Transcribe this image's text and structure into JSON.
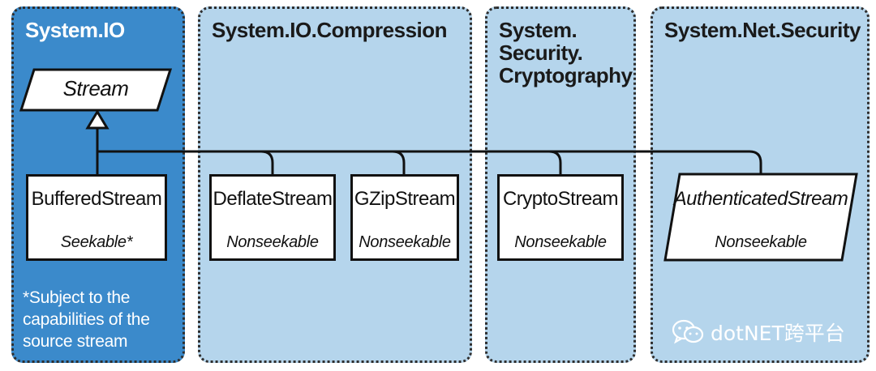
{
  "panels": {
    "system_io": {
      "title": "System.IO"
    },
    "compression": {
      "title": "System.IO.Compression"
    },
    "cryptography": {
      "title": "System.\nSecurity.\nCryptography"
    },
    "net_security": {
      "title": "System.Net.Security"
    }
  },
  "base_class": {
    "name": "Stream"
  },
  "classes": [
    {
      "name": "BufferedStream",
      "tag": "Seekable*"
    },
    {
      "name": "DeflateStream",
      "tag": "Nonseekable"
    },
    {
      "name": "GZipStream",
      "tag": "Nonseekable"
    },
    {
      "name": "CryptoStream",
      "tag": "Nonseekable"
    },
    {
      "name": "AuthenticatedStream",
      "tag": "Nonseekable"
    }
  ],
  "footnote": "*Subject to the\ncapabilities of the\nsource stream",
  "watermark": {
    "text": "dotNET跨平台"
  },
  "colors": {
    "system_io_panel": "#3b8acb",
    "other_panels": "#b5d5ec",
    "border": "#2e2e2e"
  }
}
